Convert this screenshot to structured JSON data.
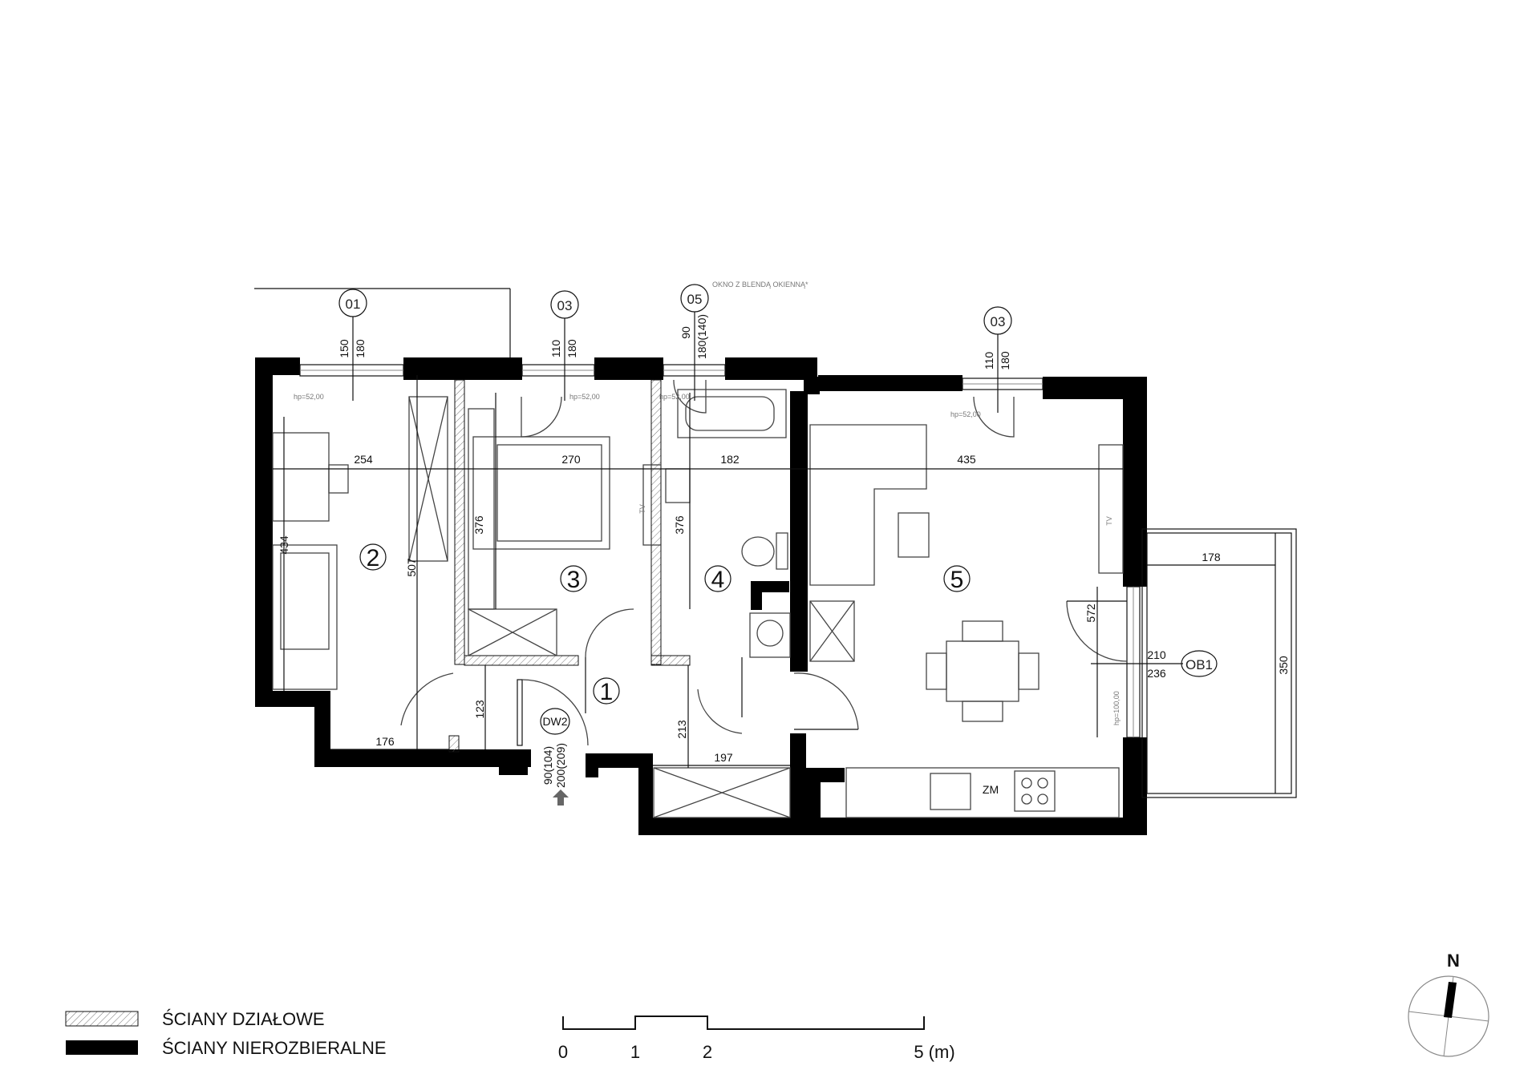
{
  "rooms": [
    {
      "number": "1"
    },
    {
      "number": "2"
    },
    {
      "number": "3"
    },
    {
      "number": "4"
    },
    {
      "number": "5"
    }
  ],
  "dimensions": {
    "room2_width": "254",
    "room3_width": "270",
    "room4_width": "182",
    "room5_width": "435",
    "room2_depth": "434",
    "room2_height_total": "507",
    "room3_depth": "376",
    "room4_depth": "376",
    "hall_bottom": "176",
    "hall_gap": "123",
    "hall_depth": "213",
    "storage_width": "197",
    "room5_depth": "572",
    "balcony_width": "178",
    "balcony_depth": "350"
  },
  "window_tags": [
    {
      "code": "01",
      "h1": "150",
      "h2": "180"
    },
    {
      "code": "03",
      "h1": "110",
      "h2": "180"
    },
    {
      "code": "05",
      "h1": "90",
      "h2": "180(140)"
    },
    {
      "code": "03",
      "h1": "110",
      "h2": "180"
    }
  ],
  "window_note": "OKNO Z BLENDĄ OKIENNĄ*",
  "sill_labels": [
    "hp=52,00",
    "hp=52,00",
    "hp=52,00",
    "hp=52,00",
    "hp=100,00"
  ],
  "balcony_door": {
    "code": "OB1",
    "h1": "210",
    "h2": "236"
  },
  "entry_door": {
    "code": "DW2",
    "h1": "90(104)",
    "h2": "200(209)"
  },
  "appliance_labels": {
    "tv_1": "TV",
    "tv_2": "TV",
    "washing": "ZM"
  },
  "legend": {
    "partition_label": "ŚCIANY DZIAŁOWE",
    "structural_label": "ŚCIANY NIEROZBIERALNE"
  },
  "scale_bar": {
    "ticks": [
      "0",
      "1",
      "2",
      "5 (m)"
    ]
  },
  "compass": {
    "north_label": "N"
  }
}
